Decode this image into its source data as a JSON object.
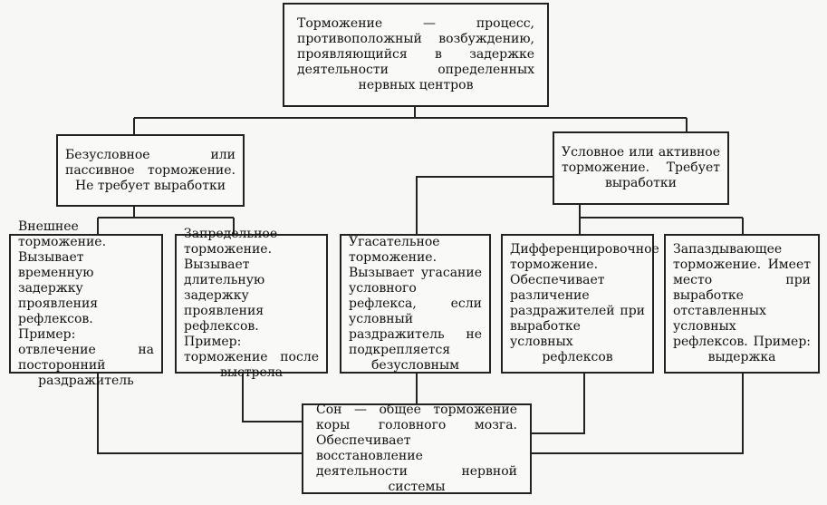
{
  "root": "Торможение — процесс, противоположный возбуждению, проявляющийся в задержке деятельности определенных нервных центров",
  "unconditioned": "Безусловное или пассивное торможение. Не требует выработки",
  "conditioned": "Условное или активное торможение. Требует выработки",
  "types": [
    "Внешнее торможение. Вызывает временную задержку проявления рефлексов. Пример: отвлечение на посторонний раздражитель",
    "Запредельное торможение. Вызывает длительную задержку проявления рефлексов. Пример: торможение после выстрела",
    "Угасательное торможение. Вызывает угасание условного рефлекса, если условный раздражитель не подкрепляется безусловным",
    "Дифференцировочное торможение. Обеспечивает различение раздражителей при выработке условных рефлексов",
    "Запаздывающее торможение. Имеет место при выработке отставленных условных рефлексов. Пример: выдержка"
  ],
  "sleep": "Сон — общее торможение коры головного мозга. Обеспечивает восстановление деятельности нервной системы"
}
